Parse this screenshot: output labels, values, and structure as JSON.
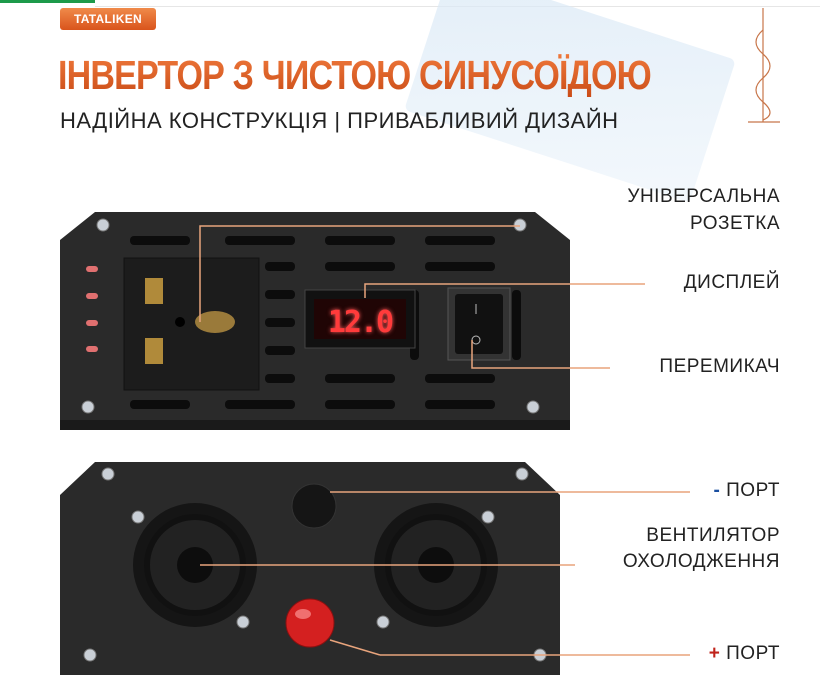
{
  "brand": "TATALIKEN",
  "title": "ІНВЕРТОР З ЧИСТОЮ СИНУСОЇДОЮ",
  "subtitle": "НАДІЙНА КОНСТРУКЦІЯ | ПРИВАБЛИВИЙ  ДИЗАЙН",
  "display_value": "12.0",
  "labels": {
    "socket_line1": "УНІВЕРСАЛЬНА",
    "socket_line2": "РОЗЕТКА",
    "display": "ДИСПЛЕЙ",
    "switch": "ПЕРЕМИКАЧ",
    "neg_sign": "-",
    "neg_port": " ПОРТ",
    "fan_line1": "ВЕНТИЛЯТОР",
    "fan_line2": "ОХОЛОДЖЕННЯ",
    "pos_sign": "+",
    "pos_port": " ПОРТ"
  },
  "colors": {
    "accent": "#e2622b",
    "panel": "#2b2b2b",
    "callout_line": "#e8a47c",
    "pos_terminal": "#d42020",
    "neg_terminal": "#151515"
  }
}
